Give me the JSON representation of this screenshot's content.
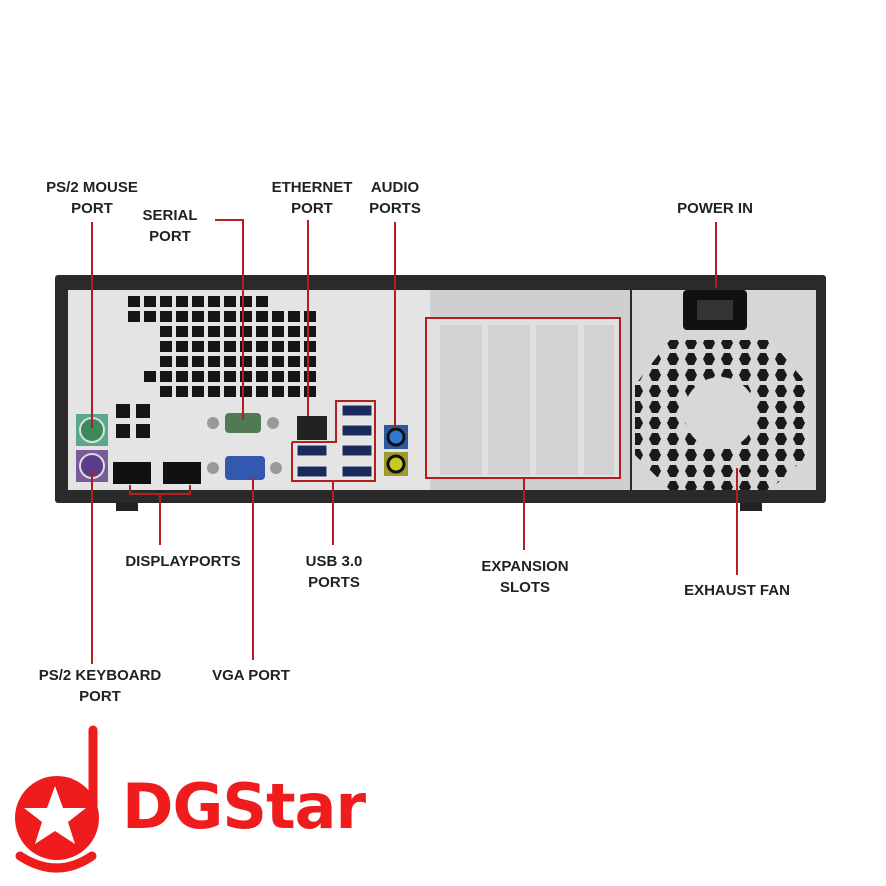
{
  "labels": {
    "ps2_mouse": [
      "PS/2 MOUSE",
      "PORT"
    ],
    "serial": [
      "SERIAL",
      "PORT"
    ],
    "ethernet": [
      "ETHERNET",
      "PORT"
    ],
    "audio": [
      "AUDIO",
      "PORTS"
    ],
    "power_in": [
      "POWER IN"
    ],
    "displayports": [
      "DISPLAYPORTS"
    ],
    "usb": [
      "USB 3.0",
      "PORTS"
    ],
    "expansion": [
      "EXPANSION",
      "SLOTS"
    ],
    "exhaust_fan": [
      "EXHAUST FAN"
    ],
    "ps2_keyboard": [
      "PS/2 KEYBOARD",
      "PORT"
    ],
    "vga": [
      "VGA PORT"
    ]
  },
  "logo": {
    "text": "DGStar"
  },
  "colors": {
    "accent": "#b02020",
    "brand": "#ee1c1c"
  }
}
